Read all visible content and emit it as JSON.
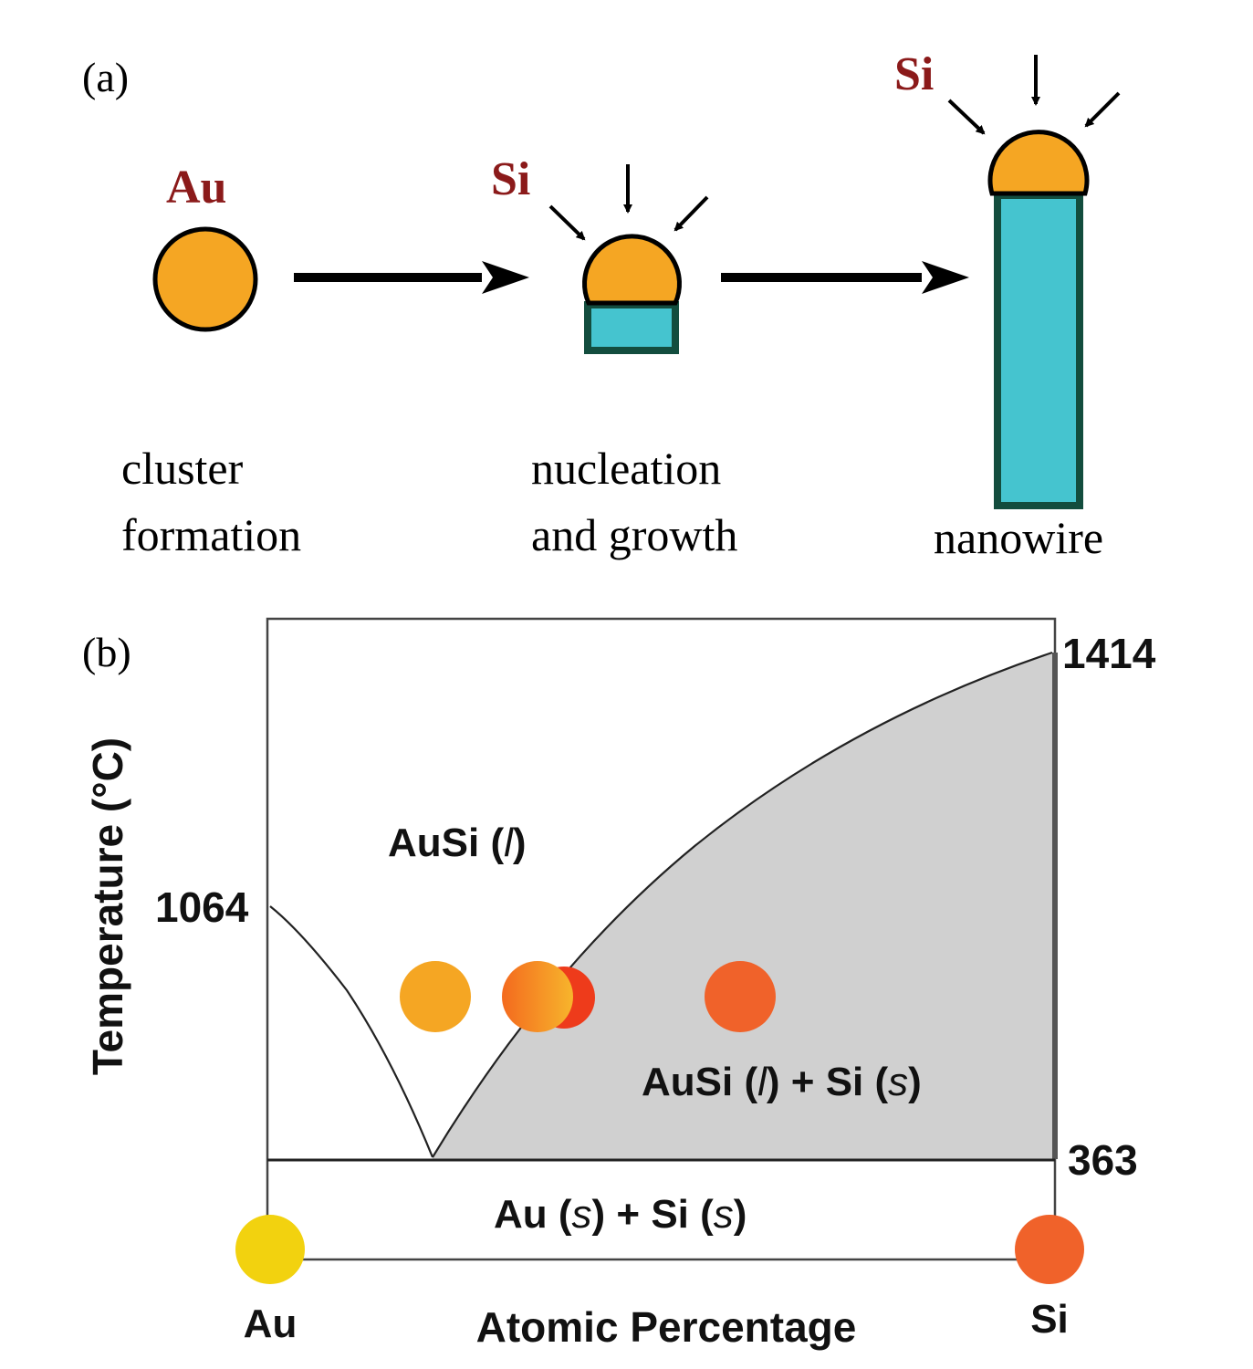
{
  "panel_a": {
    "label": "(a)",
    "au_label": "Au",
    "si_label_growth": "Si",
    "si_label_wire": "Si",
    "steps": [
      {
        "line1": "cluster",
        "line2": "formation"
      },
      {
        "line1": "nucleation",
        "line2": "and growth"
      },
      {
        "line1": "nanowire",
        "line2": ""
      }
    ]
  },
  "panel_b": {
    "label": "(b)",
    "ylabel": "Temperature (°C)",
    "xlabel": "Atomic Percentage",
    "au_end": "Au",
    "si_end": "Si",
    "t_au": "1064",
    "t_si": "1414",
    "t_eutectic": "363",
    "region_liquid": {
      "main": "AuSi (",
      "italic": "l",
      "end": ")"
    },
    "region_mixed": {
      "p1": "AuSi (",
      "i1": "l",
      "p2": ") + Si (",
      "i2": "s",
      "p3": ")"
    },
    "region_solid": {
      "p1": "Au (",
      "i1": "s",
      "p2": ") + Si (",
      "i2": "s",
      "p3": ")"
    }
  },
  "colors": {
    "gold": "#f5a623",
    "si_label": "#8b1a1a",
    "wire_fill": "#45c4cf",
    "wire_edge": "#134d3e",
    "two_phase_fill": "#d0d0d0",
    "au_dot": "#f2d20f",
    "si_dot": "#f0622a"
  },
  "chart_data": {
    "type": "phase-diagram",
    "xlabel": "Atomic Percentage",
    "ylabel": "Temperature (°C)",
    "x_ends": [
      "Au",
      "Si"
    ],
    "y_marked_values": [
      1064,
      1414,
      363
    ],
    "melting_point_au": 1064,
    "melting_point_si": 1414,
    "eutectic_temperature": 363,
    "regions": [
      "AuSi (l)",
      "AuSi (l) + Si (s)",
      "Au (s) + Si (s)"
    ]
  }
}
